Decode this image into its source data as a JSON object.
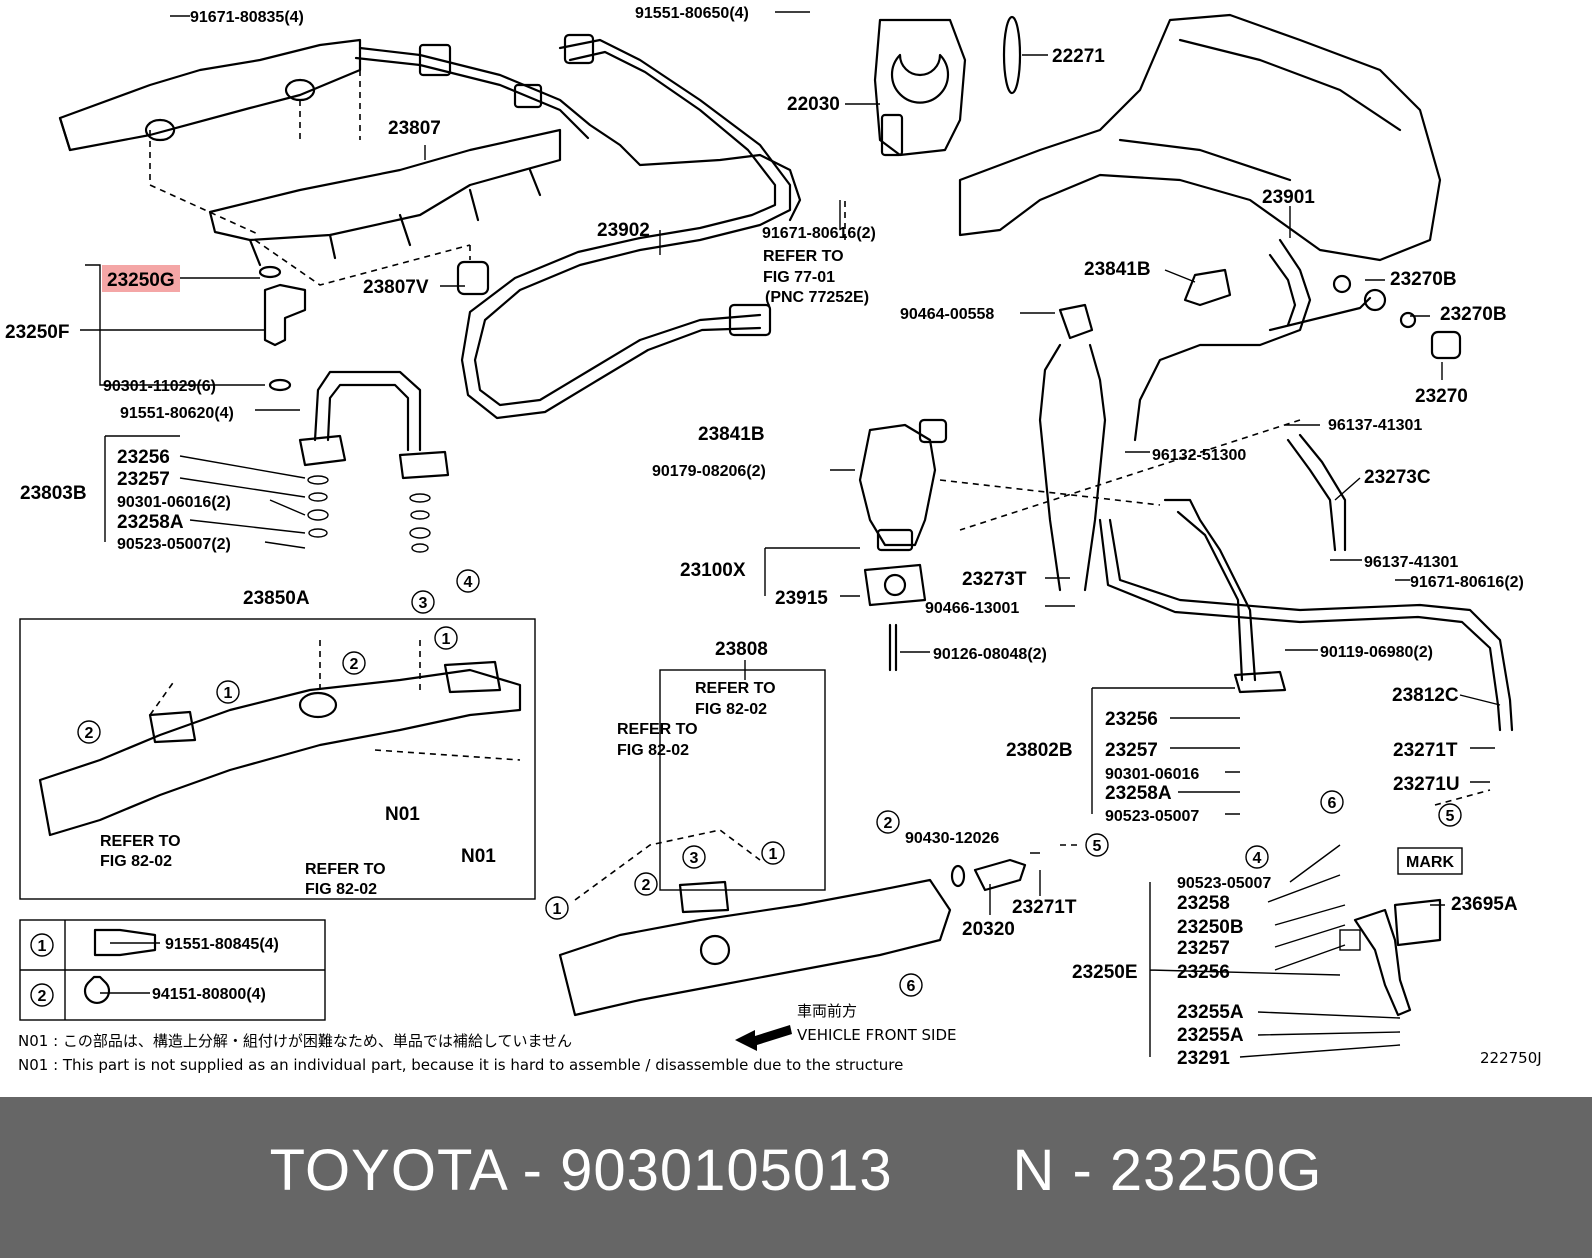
{
  "diagram": {
    "fig_code": "222750J",
    "highlighted_part": "23250G",
    "part_labels": [
      "91671-80835(4)",
      "91551-80650(4)",
      "22271",
      "22030",
      "23807",
      "23807V",
      "23250G",
      "23250F",
      "90301-11029(6)",
      "91551-80620(4)",
      "23902",
      "91671-80616(2)",
      "23901",
      "23841B",
      "23270B",
      "23270B",
      "23270",
      "90464-00558",
      "23841B",
      "96137-41301",
      "96132-51300",
      "23273C",
      "90179-08206(2)",
      "23256",
      "23257",
      "90301-06016(2)",
      "23258A",
      "90523-05007(2)",
      "23803B",
      "23850A",
      "23100X",
      "23915",
      "23273T",
      "90466-13001",
      "96137-41301",
      "91671-80616(2)",
      "90126-08048(2)",
      "90119-06980(2)",
      "23808",
      "23812C",
      "23256",
      "23257",
      "90301-06016",
      "23258A",
      "90523-05007",
      "23802B",
      "23271T",
      "23271U",
      "90430-12026",
      "20320",
      "23271T",
      "90523-05007",
      "23258",
      "23250B",
      "23257",
      "23256",
      "23250E",
      "23255A",
      "23255A",
      "23291",
      "23695A",
      "N01",
      "N01"
    ],
    "refer_notes": [
      "REFER TO",
      "FIG 77-01",
      "(PNC 77252E)",
      "REFER TO",
      "FIG 82-02",
      "REFER TO",
      "FIG 82-02",
      "REFER TO",
      "FIG 82-02",
      "REFER TO",
      "FIG 82-02"
    ],
    "callouts": [
      "1",
      "2",
      "3",
      "4",
      "5",
      "6"
    ],
    "mark_label": "MARK",
    "legend": [
      {
        "num": "1",
        "part": "91551-80845(4)"
      },
      {
        "num": "2",
        "part": "94151-80800(4)"
      }
    ],
    "front_label_jp": "車両前方",
    "front_label_en": "VEHICLE FRONT SIDE",
    "note_jp": "N01 : この部品は、構造上分解・組付けが困難なため、単品では補給していません",
    "note_en": "N01 : This part is not supplied as an individual part, because it is hard to assemble / disassemble due to the structure"
  },
  "footer": {
    "brand": "TOYOTA",
    "part_number": "9030105013",
    "ref": "N - 23250G"
  },
  "colors": {
    "highlight": "#f4a6a6",
    "footer_bg": "#666666",
    "footer_text": "#ffffff"
  }
}
